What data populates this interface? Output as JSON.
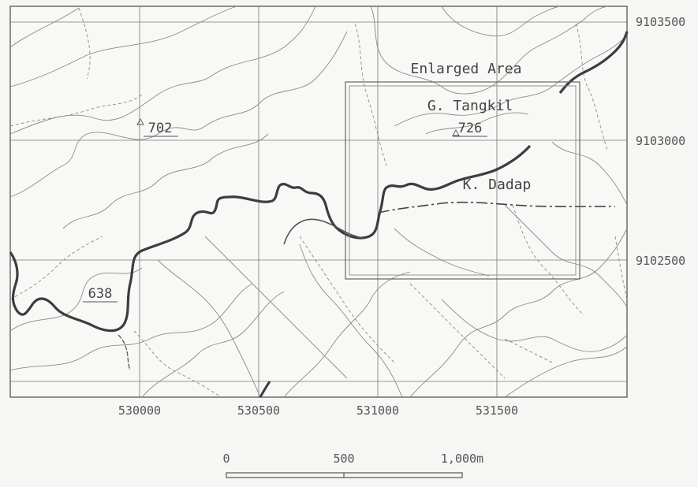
{
  "map": {
    "easting_labels": [
      "530000",
      "530500",
      "531000",
      "531500"
    ],
    "northing_labels": [
      "9103500",
      "9103000",
      "9102500"
    ],
    "enlarged_area_label": "Enlarged Area",
    "peak_name": "G. Tangkil",
    "peak_elevation": "726",
    "river_name": "K. Dadap",
    "spot_elevation_702": "702",
    "spot_elevation_638": "638"
  },
  "scale_bar": {
    "label_start": "0",
    "label_mid": "500",
    "label_end": "1,000m"
  }
}
